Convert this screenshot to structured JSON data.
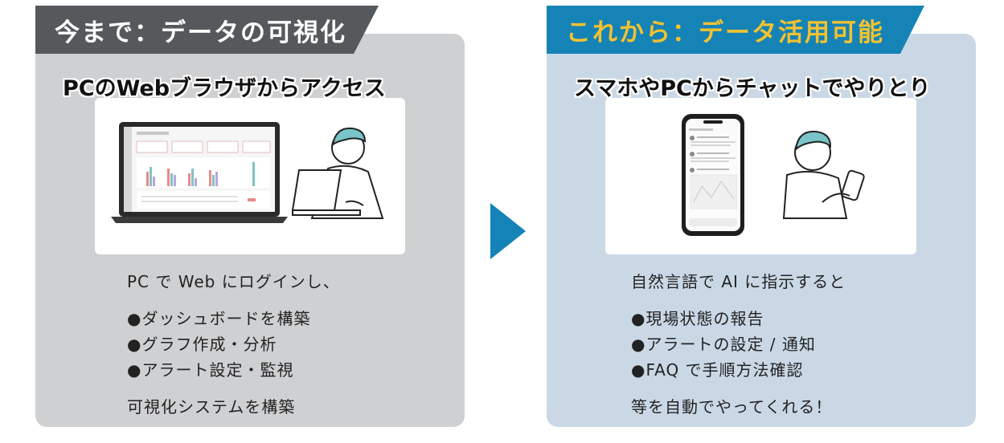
{
  "left": {
    "tag": "今まで：データの可視化",
    "subtitle": "PCのWebブラウザからアクセス",
    "intro": "PC で Web にログインし、",
    "bullets": [
      "●ダッシュボードを構築",
      "●グラフ作成・分析",
      "●アラート設定・監視"
    ],
    "footer": "可視化システムを構築"
  },
  "right": {
    "tag": "これから：データ活用可能",
    "subtitle": "スマホやPCからチャットでやりとり",
    "intro": "自然言語で AI に指示すると",
    "bullets": [
      "●現場状態の報告",
      "●アラートの設定 / 通知",
      "●FAQ で手順方法確認"
    ],
    "footer": "等を自動でやってくれる！"
  },
  "colors": {
    "left_panel": "#cfd0d2",
    "left_tag": "#56595c",
    "right_panel": "#cad8e6",
    "right_tag": "#1683b6",
    "right_tag_text": "#f2c230",
    "arrow": "#1483b8"
  }
}
